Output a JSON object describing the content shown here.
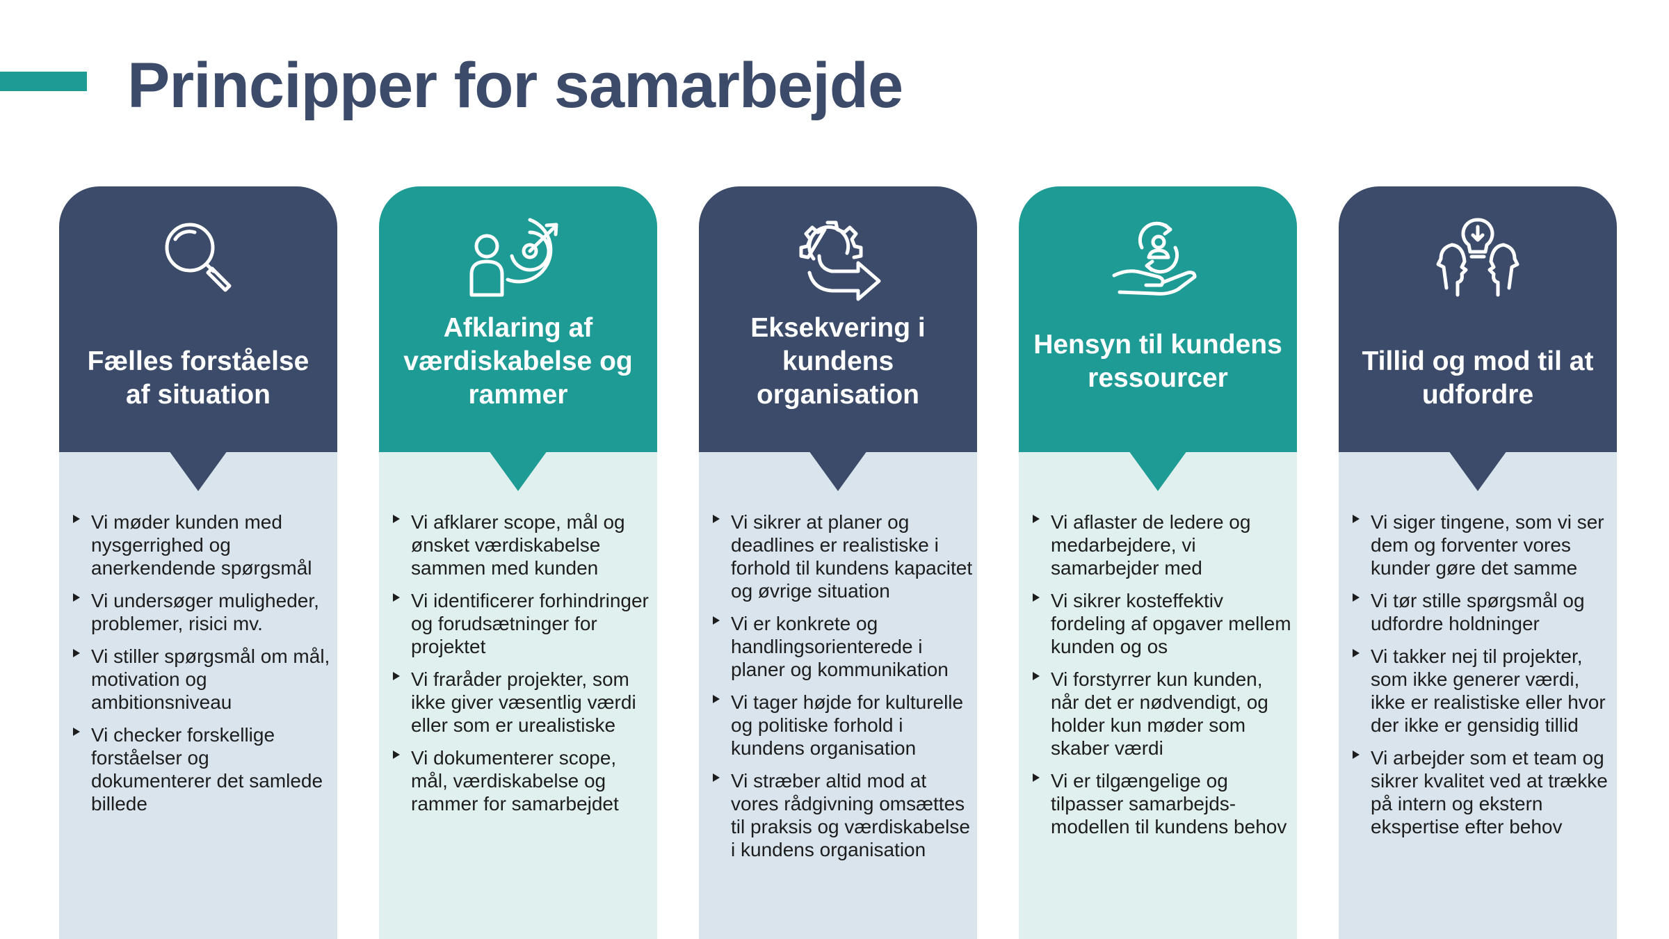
{
  "page": {
    "title": "Principper for samarbejde",
    "colors": {
      "dark": "#3b4b69",
      "teal": "#1f9b95",
      "body_blue": "#d9e4ed",
      "body_mint": "#e0f0ee"
    }
  },
  "columns": [
    {
      "icon": "magnifier-icon",
      "title": "Fælles forståelse af situation",
      "bullets": [
        "Vi møder kunden med nysgerrighed og anerkendende spørgsmål",
        "Vi undersøger muligheder, problemer, risici mv.",
        "Vi stiller spørgsmål om mål, motivation og ambitionsniveau",
        "Vi checker forskellige forståelser og dokumenterer det samlede billede"
      ]
    },
    {
      "icon": "target-person-icon",
      "title": "Afklaring af værdiskabelse og rammer",
      "bullets": [
        "Vi afklarer scope, mål og ønsket værdiskabelse sammen med kunden",
        "Vi identificerer forhindringer og forudsætninger for projektet",
        "Vi fraråder projekter, som ikke giver væsentlig værdi eller som er urealistiske",
        "Vi dokumenterer scope, mål, værdiskabelse og rammer for samarbejdet"
      ]
    },
    {
      "icon": "gear-arrow-icon",
      "title": "Eksekvering i kundens organisation",
      "bullets": [
        "Vi sikrer at planer og deadlines er realistiske i forhold til kundens kapacitet og øvrige situation",
        "Vi er konkrete og handlingsorienterede i planer og kommunikation",
        "Vi tager højde for kulturelle og politiske forhold i kundens organisation",
        "Vi stræber altid mod at vores rådgivning omsættes til praksis og værdiskabelse i kundens organisation"
      ]
    },
    {
      "icon": "hand-person-icon",
      "title": "Hensyn til kundens ressourcer",
      "bullets": [
        "Vi aflaster de ledere og medarbejdere, vi samarbejder med",
        "Vi sikrer kosteffektiv fordeling af opgaver mellem kunden og os",
        "Vi forstyrrer kun kunden, når det er nødvendigt, og holder kun møder som skaber værdi",
        "Vi er tilgængelige og tilpasser samarbejds-modellen til kundens behov"
      ]
    },
    {
      "icon": "lightbulb-faces-icon",
      "title": "Tillid og mod til at udfordre",
      "bullets": [
        "Vi siger tingene, som vi ser dem og forventer vores kunder gøre det samme",
        "Vi tør stille spørgsmål og udfordre holdninger",
        "Vi takker nej til projekter, som ikke generer værdi, ikke er realistiske eller hvor der ikke er gensidig tillid",
        "Vi arbejder som et team og sikrer kvalitet ved at trække på intern og ekstern ekspertise efter behov"
      ]
    }
  ]
}
